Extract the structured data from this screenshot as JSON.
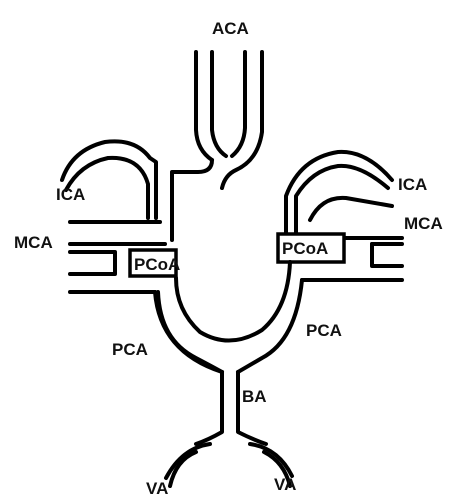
{
  "diagram": {
    "labels": {
      "aca": "ACA",
      "ica_left": "ICA",
      "ica_right": "ICA",
      "mca_left": "MCA",
      "mca_right": "MCA",
      "pcoa_left": "PCoA",
      "pcoa_right": "PCoA",
      "pca_left": "PCA",
      "pca_right": "PCA",
      "ba": "BA",
      "va_left": "VA",
      "va_right": "VA"
    },
    "colors": {
      "line": "#000000",
      "background": "#ffffff"
    }
  }
}
